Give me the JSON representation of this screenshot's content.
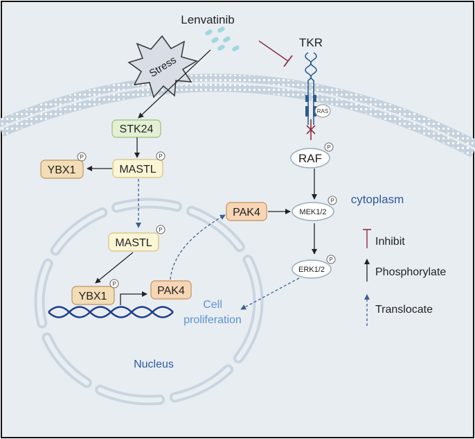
{
  "labels": {
    "lenvatinib": "Lenvatinib",
    "stress": "Stress",
    "tkr": "TKR",
    "ras": "RAS",
    "cytoplasm": "cytoplasm",
    "cell_proliferation_line1": "Cell",
    "cell_proliferation_line2": "proliferation",
    "nucleus": "Nucleus"
  },
  "nodes": {
    "stk24": "STK24",
    "mastl_cyto": "MASTL",
    "ybx1_cyto": "YBX1",
    "mastl_nuc": "MASTL",
    "ybx1_nuc": "YBX1",
    "pak4_nuc": "PAK4",
    "pak4_cyto": "PAK4",
    "raf": "RAF",
    "mek": "MEK1/2",
    "erk": "ERK1/2",
    "phospho": "P"
  },
  "legend": {
    "inhibit": "Inhibit",
    "phosphorylate": "Phosphorylate",
    "translocate": "Translocate"
  },
  "colors": {
    "background": "#e8edf2",
    "membrane": "#c5d2dd",
    "membrane_dots": "#ffffff",
    "nucleus_envelope": "#d5dfe8",
    "stk24_fill": "#e3f0d4",
    "stk24_stroke": "#9cbd7a",
    "mastl_fill": "#fbf5d6",
    "mastl_stroke": "#d5c27a",
    "ybx1_fill": "#f3ddb6",
    "ybx1_stroke": "#b99462",
    "pak4_fill": "#f6d6b5",
    "pak4_stroke": "#c6905a",
    "oval_fill": "#ffffff",
    "oval_stroke": "#9aa9bb",
    "inhibit": "#8b2f3c",
    "translocate": "#3a5f8f",
    "receptor": "#2d5b8f",
    "dna": "#1f3f8a",
    "nucleus_text": "#2d5aa0",
    "cytoplasm_text": "#2d5aa0",
    "proliferation_text": "#5a93cf"
  }
}
